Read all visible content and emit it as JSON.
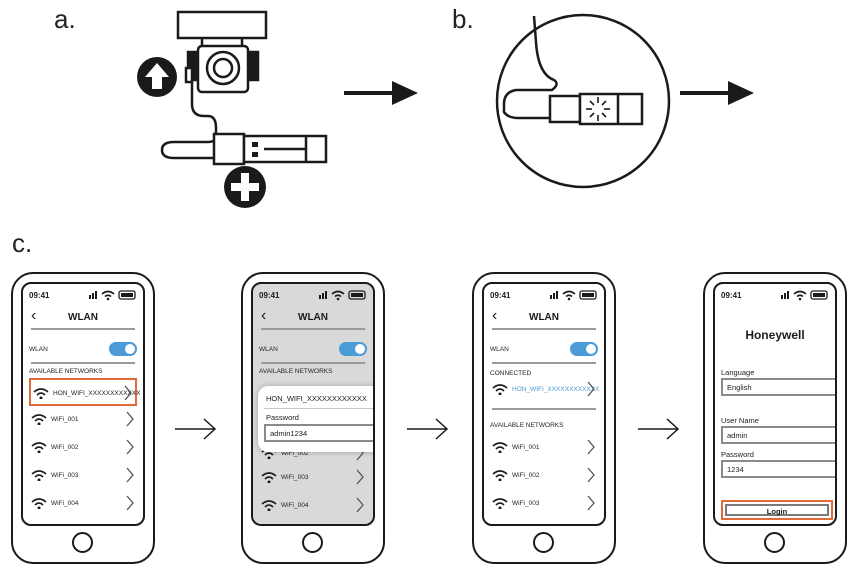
{
  "steps": {
    "a": "a.",
    "b": "b.",
    "c": "c."
  },
  "icons": {
    "upload": "arrow-up-circle-icon",
    "plus": "plus-circle-icon",
    "wifi": "wifi-icon",
    "battery": "battery-icon",
    "signal": "signal-icon"
  },
  "colors": {
    "accent": "#4a9bd6",
    "highlight": "#e06a3a"
  },
  "phone1": {
    "time": "09:41",
    "title": "WLAN",
    "wlan_label": "WLAN",
    "section": "AVAILABLE NETWORKS",
    "networks": [
      "HON_WIFI_XXXXXXXXXXXX",
      "WiFi_001",
      "WiFi_002",
      "WiFi_003",
      "WiFi_004"
    ]
  },
  "phone2": {
    "time": "09:41",
    "title": "WLAN",
    "wlan_label": "WLAN",
    "section": "AVAILABLE NETWORKS",
    "popup_ssid": "HON_WIFI_XXXXXXXXXXXX",
    "password_label": "Password",
    "password_value": "admin1234",
    "networks": [
      "WiFi_002",
      "WiFi_003",
      "WiFi_004"
    ]
  },
  "phone3": {
    "time": "09:41",
    "title": "WLAN",
    "wlan_label": "WLAN",
    "connected_label": "CONNECTED",
    "connected_network": "HON_WIFI_XXXXXXXXXXXX",
    "section": "AVAILABLE NETWORKS",
    "networks": [
      "WiFi_001",
      "WiFi_002",
      "WiFi_003"
    ]
  },
  "phone4": {
    "time": "09:41",
    "brand": "Honeywell",
    "language_label": "Language",
    "language_value": "English",
    "username_label": "User Name",
    "username_value": "admin",
    "password_label": "Password",
    "password_value": "1234",
    "login_label": "Login"
  }
}
